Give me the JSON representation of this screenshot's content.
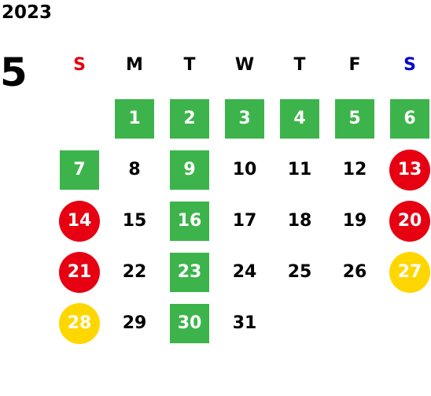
{
  "year": "2023",
  "month": "5",
  "weekdays": [
    {
      "label": "S",
      "color": "#e60012"
    },
    {
      "label": "M",
      "color": "#000000"
    },
    {
      "label": "T",
      "color": "#000000"
    },
    {
      "label": "W",
      "color": "#000000"
    },
    {
      "label": "T",
      "color": "#000000"
    },
    {
      "label": "F",
      "color": "#000000"
    },
    {
      "label": "S",
      "color": "#0000cc"
    }
  ],
  "colors": {
    "green": "#3cb44b",
    "red": "#e60012",
    "yellow": "#ffd700"
  },
  "leading_blanks": 1,
  "days": [
    {
      "label": "1",
      "mark": "green"
    },
    {
      "label": "2",
      "mark": "green"
    },
    {
      "label": "3",
      "mark": "green"
    },
    {
      "label": "4",
      "mark": "green"
    },
    {
      "label": "5",
      "mark": "green"
    },
    {
      "label": "6",
      "mark": "green"
    },
    {
      "label": "7",
      "mark": "green"
    },
    {
      "label": "8",
      "mark": "none"
    },
    {
      "label": "9",
      "mark": "green"
    },
    {
      "label": "10",
      "mark": "none"
    },
    {
      "label": "11",
      "mark": "none"
    },
    {
      "label": "12",
      "mark": "none"
    },
    {
      "label": "13",
      "mark": "red"
    },
    {
      "label": "14",
      "mark": "red"
    },
    {
      "label": "15",
      "mark": "none"
    },
    {
      "label": "16",
      "mark": "green"
    },
    {
      "label": "17",
      "mark": "none"
    },
    {
      "label": "18",
      "mark": "none"
    },
    {
      "label": "19",
      "mark": "none"
    },
    {
      "label": "20",
      "mark": "red"
    },
    {
      "label": "21",
      "mark": "red"
    },
    {
      "label": "22",
      "mark": "none"
    },
    {
      "label": "23",
      "mark": "green"
    },
    {
      "label": "24",
      "mark": "none"
    },
    {
      "label": "25",
      "mark": "none"
    },
    {
      "label": "26",
      "mark": "none"
    },
    {
      "label": "27",
      "mark": "yellow"
    },
    {
      "label": "28",
      "mark": "yellow"
    },
    {
      "label": "29",
      "mark": "none"
    },
    {
      "label": "30",
      "mark": "green"
    },
    {
      "label": "31",
      "mark": "none"
    }
  ]
}
